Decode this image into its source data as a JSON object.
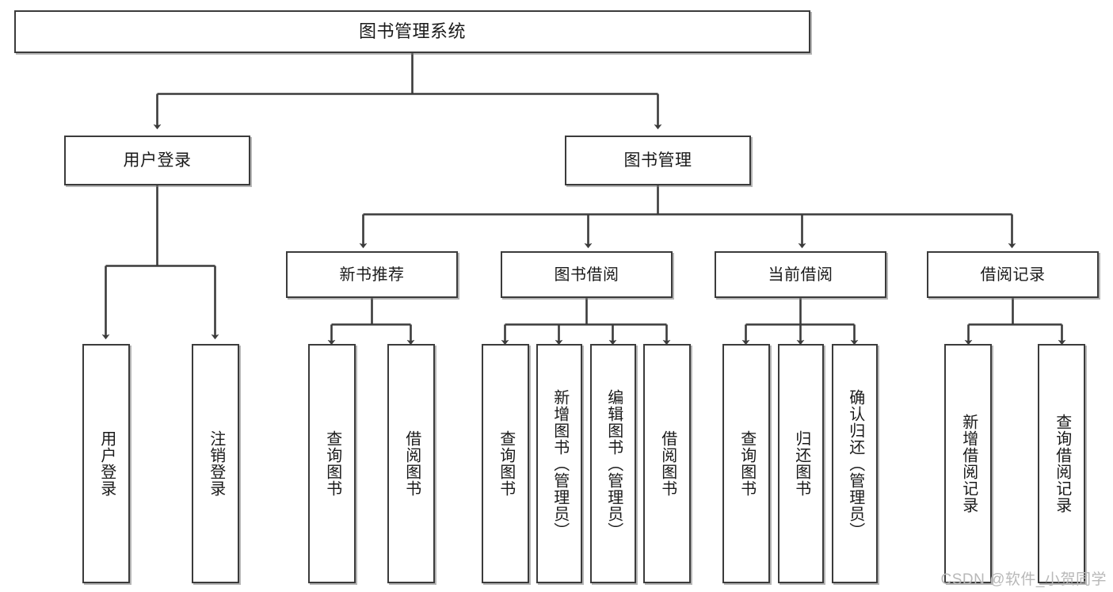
{
  "diagram": {
    "type": "tree",
    "title": "图书管理系统",
    "root": {
      "label": "图书管理系统"
    },
    "level2": [
      {
        "id": "user-login",
        "label": "用户登录"
      },
      {
        "id": "book-manage",
        "label": "图书管理"
      }
    ],
    "level3": [
      {
        "id": "new-book-recommend",
        "label": "新书推荐",
        "parent": "book-manage"
      },
      {
        "id": "book-borrow",
        "label": "图书借阅",
        "parent": "book-manage"
      },
      {
        "id": "current-borrow",
        "label": "当前借阅",
        "parent": "book-manage"
      },
      {
        "id": "borrow-record",
        "label": "借阅记录",
        "parent": "book-manage"
      }
    ],
    "leaves": [
      {
        "id": "leaf-user-login",
        "label": "用户登录",
        "parent": "user-login"
      },
      {
        "id": "leaf-user-logout",
        "label": "注销登录",
        "parent": "user-login"
      },
      {
        "id": "leaf-query-book-1",
        "label": "查询图书",
        "parent": "new-book-recommend"
      },
      {
        "id": "leaf-borrow-book-1",
        "label": "借阅图书",
        "parent": "new-book-recommend"
      },
      {
        "id": "leaf-query-book-2",
        "label": "查询图书",
        "parent": "book-borrow"
      },
      {
        "id": "leaf-add-book",
        "label": "新增图书（管理员）",
        "parent": "book-borrow"
      },
      {
        "id": "leaf-edit-book",
        "label": "编辑图书（管理员）",
        "parent": "book-borrow"
      },
      {
        "id": "leaf-borrow-book-2",
        "label": "借阅图书",
        "parent": "book-borrow"
      },
      {
        "id": "leaf-query-book-3",
        "label": "查询图书",
        "parent": "current-borrow"
      },
      {
        "id": "leaf-return-book",
        "label": "归还图书",
        "parent": "current-borrow"
      },
      {
        "id": "leaf-confirm-return",
        "label": "确认归还（管理员）",
        "parent": "current-borrow"
      },
      {
        "id": "leaf-add-record",
        "label": "新增借阅记录",
        "parent": "borrow-record"
      },
      {
        "id": "leaf-query-record",
        "label": "查询借阅记录",
        "parent": "borrow-record"
      }
    ],
    "colors": {
      "stroke": "#3b3b3b",
      "fill": "#ffffff",
      "text": "#1a1a1a",
      "watermark": "#b8b8b8"
    }
  },
  "watermark": {
    "text": "CSDN @软件_小贺同学"
  }
}
